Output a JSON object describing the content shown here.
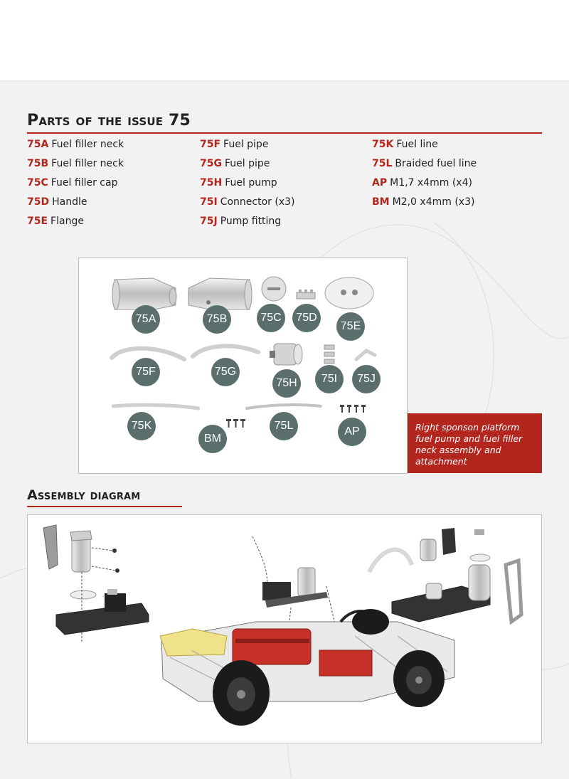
{
  "sections": {
    "parts_title": "Parts of the issue 75",
    "assembly_title": "Assembly diagram"
  },
  "parts_list": {
    "col1": [
      {
        "code": "75A",
        "label": "Fuel filler neck"
      },
      {
        "code": "75B",
        "label": "Fuel filler neck"
      },
      {
        "code": "75C",
        "label": "Fuel filler cap"
      },
      {
        "code": "75D",
        "label": "Handle"
      },
      {
        "code": "75E",
        "label": "Flange"
      }
    ],
    "col2": [
      {
        "code": "75F",
        "label": "Fuel pipe"
      },
      {
        "code": "75G",
        "label": "Fuel pipe"
      },
      {
        "code": "75H",
        "label": "Fuel pump"
      },
      {
        "code": "75I",
        "label": "Connector (x3)"
      },
      {
        "code": "75J",
        "label": "Pump fitting"
      }
    ],
    "col3": [
      {
        "code": "75K",
        "label": "Fuel line"
      },
      {
        "code": "75L",
        "label": "Braided fuel line"
      },
      {
        "code": "AP",
        "label": "M1,7 x4mm (x4)"
      },
      {
        "code": "BM",
        "label": "M2,0 x4mm (x3)"
      }
    ]
  },
  "badges": {
    "a": "75A",
    "b": "75B",
    "c": "75C",
    "d": "75D",
    "e": "75E",
    "f": "75F",
    "g": "75G",
    "h": "75H",
    "i": "75I",
    "j": "75J",
    "k": "75K",
    "l": "75L",
    "ap": "AP",
    "bm": "BM"
  },
  "callout": "Right sponson platform fuel pump and fuel filler neck assembly and attachment",
  "colors": {
    "accent": "#b3261e",
    "badge": "#5a6f6c",
    "background": "#f2f2f2"
  }
}
